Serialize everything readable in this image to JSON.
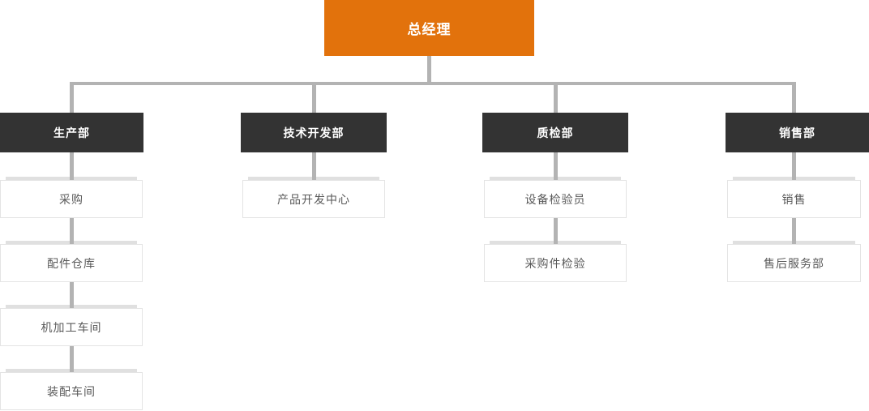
{
  "chart": {
    "title": "company-organization-chart",
    "root": {
      "label": "总经理"
    },
    "departments": [
      {
        "label": "生产部",
        "children": [
          "采购",
          "配件仓库",
          "机加工车间",
          "装配车间"
        ]
      },
      {
        "label": "技术开发部",
        "children": [
          "产品开发中心"
        ]
      },
      {
        "label": "质检部",
        "children": [
          "设备检验员",
          "采购件检验"
        ]
      },
      {
        "label": "销售部",
        "children": [
          "销售",
          "售后服务部"
        ]
      }
    ],
    "colors": {
      "root_bg": "#e2720c",
      "root_text": "#ffffff",
      "dept_bg": "#333333",
      "dept_text": "#ffffff",
      "node_bg": "#ffffff",
      "node_border": "#e4e4e4",
      "node_text": "#595959",
      "strip": "#e0e0e0",
      "connector": "#b3b3b3"
    }
  }
}
